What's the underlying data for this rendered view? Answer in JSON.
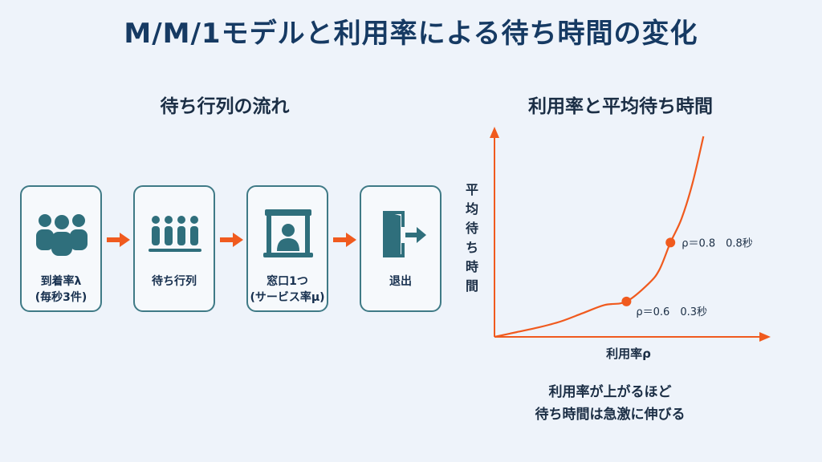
{
  "title": "M/M/1モデルと利用率による待ち時間の変化",
  "flow": {
    "heading": "待ち行列の流れ",
    "steps": [
      {
        "icon": "people-group-icon",
        "line1": "到着率λ",
        "line2": "(毎秒3件)"
      },
      {
        "icon": "queue-line-icon",
        "line1": "待ち行列",
        "line2": ""
      },
      {
        "icon": "service-window-icon",
        "line1": "窓口1つ",
        "line2": "(サービス率μ)"
      },
      {
        "icon": "exit-door-icon",
        "line1": "退出",
        "line2": ""
      }
    ]
  },
  "chart": {
    "heading": "利用率と平均待ち時間",
    "ylabel_chars": [
      "平",
      "均",
      "待",
      "ち",
      "時",
      "間"
    ],
    "xlabel": "利用率ρ",
    "caption_line1": "利用率が上がるほど",
    "caption_line2": "待ち時間は急激に伸びる"
  },
  "chart_data": {
    "type": "line",
    "title": "利用率と平均待ち時間",
    "xlabel": "利用率ρ",
    "ylabel": "平均待ち時間",
    "xlim": [
      0,
      1
    ],
    "ylim": [
      0,
      1.7
    ],
    "series": [
      {
        "x": [
          0.0,
          0.1,
          0.2,
          0.3,
          0.4,
          0.5,
          0.6,
          0.7,
          0.75,
          0.8,
          0.85,
          0.9,
          0.95
        ],
        "y": [
          0.0,
          0.04,
          0.08,
          0.13,
          0.2,
          0.27,
          0.3,
          0.45,
          0.57,
          0.8,
          1.0,
          1.3,
          1.7
        ]
      }
    ],
    "points": [
      {
        "x": 0.6,
        "y": 0.3,
        "label": "ρ＝0.6　0.3秒"
      },
      {
        "x": 0.8,
        "y": 0.8,
        "label": "ρ＝0.8　0.8秒"
      }
    ],
    "grid": false
  },
  "colors": {
    "accent": "#F05A1E",
    "box_border": "#3F7A86",
    "icon": "#2F6F7C",
    "title": "#163A63"
  }
}
